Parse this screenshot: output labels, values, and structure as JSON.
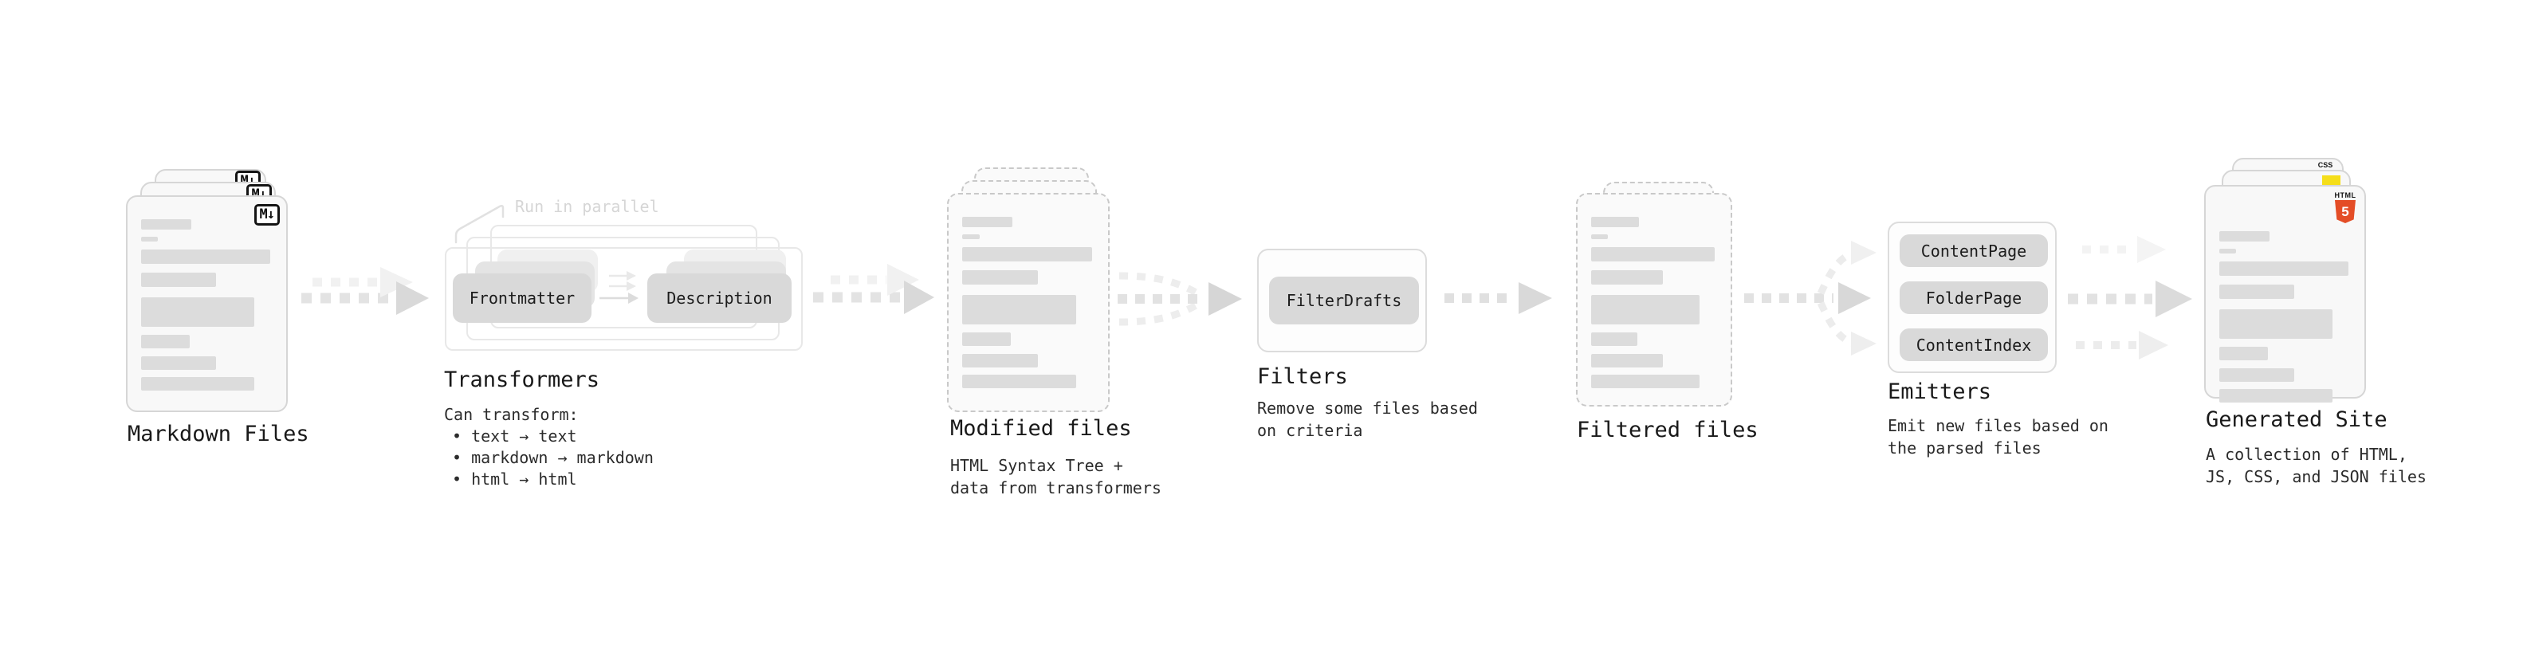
{
  "stages": {
    "markdown_files": {
      "title": "Markdown Files",
      "badge": "M↓"
    },
    "transformers": {
      "title": "Transformers",
      "annotation": "Run in parallel",
      "pill_left": "Frontmatter",
      "pill_right": "Description",
      "desc": [
        "Can transform:",
        "• text → text",
        "• markdown → markdown",
        "• html → html"
      ]
    },
    "modified_files": {
      "title": "Modified files",
      "desc": [
        "HTML Syntax Tree +",
        "data from transformers"
      ]
    },
    "filters": {
      "title": "Filters",
      "pill": "FilterDrafts",
      "desc": [
        "Remove some files based",
        "on criteria"
      ]
    },
    "filtered_files": {
      "title": "Filtered files"
    },
    "emitters": {
      "title": "Emitters",
      "pills": [
        "ContentPage",
        "FolderPage",
        "ContentIndex"
      ],
      "desc": [
        "Emit new files based on",
        "the parsed files"
      ]
    },
    "generated_site": {
      "title": "Generated Site",
      "badges": {
        "css_label": "CSS",
        "html_label": "HTML",
        "html_number": "5"
      },
      "desc": [
        "A collection of HTML,",
        "JS, CSS, and JSON files"
      ]
    }
  },
  "colors": {
    "html5_orange": "#e44d26",
    "css_blue": "#2b63e8",
    "js_yellow": "#f5de19"
  }
}
